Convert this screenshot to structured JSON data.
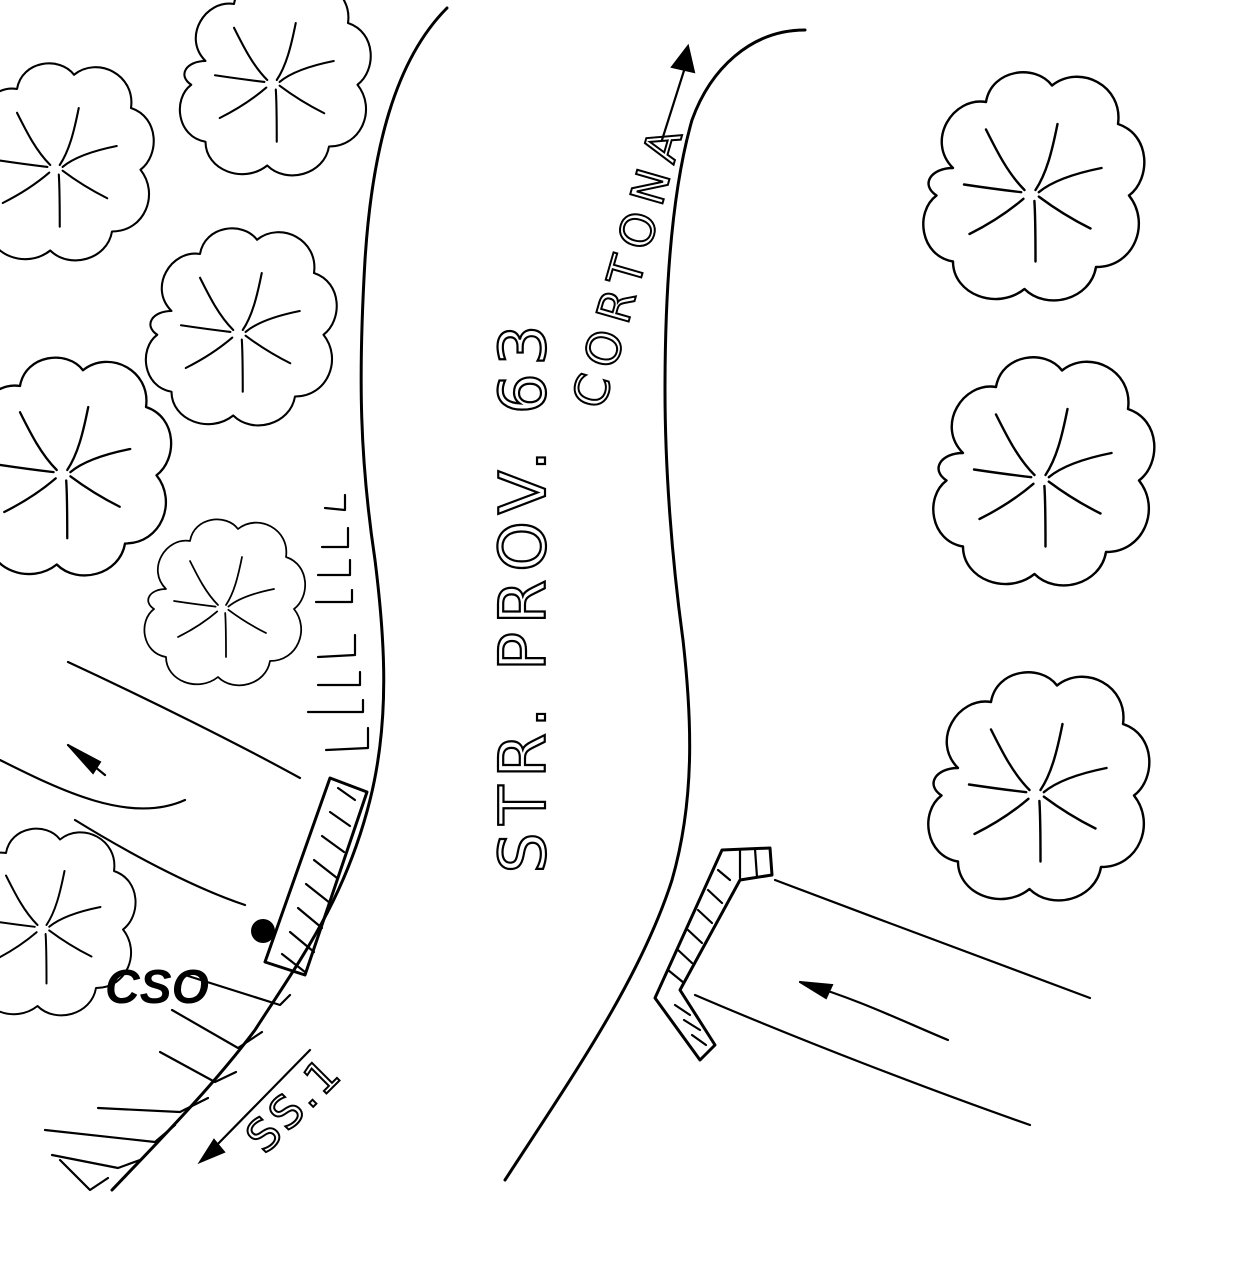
{
  "map": {
    "road_main_label": "STR. PROV. 63",
    "direction_label": "CORTONA",
    "road_secondary_label": "SS.1",
    "marker_label": "CSO",
    "ink_color": "#000000",
    "paper_color": "#ffffff"
  }
}
